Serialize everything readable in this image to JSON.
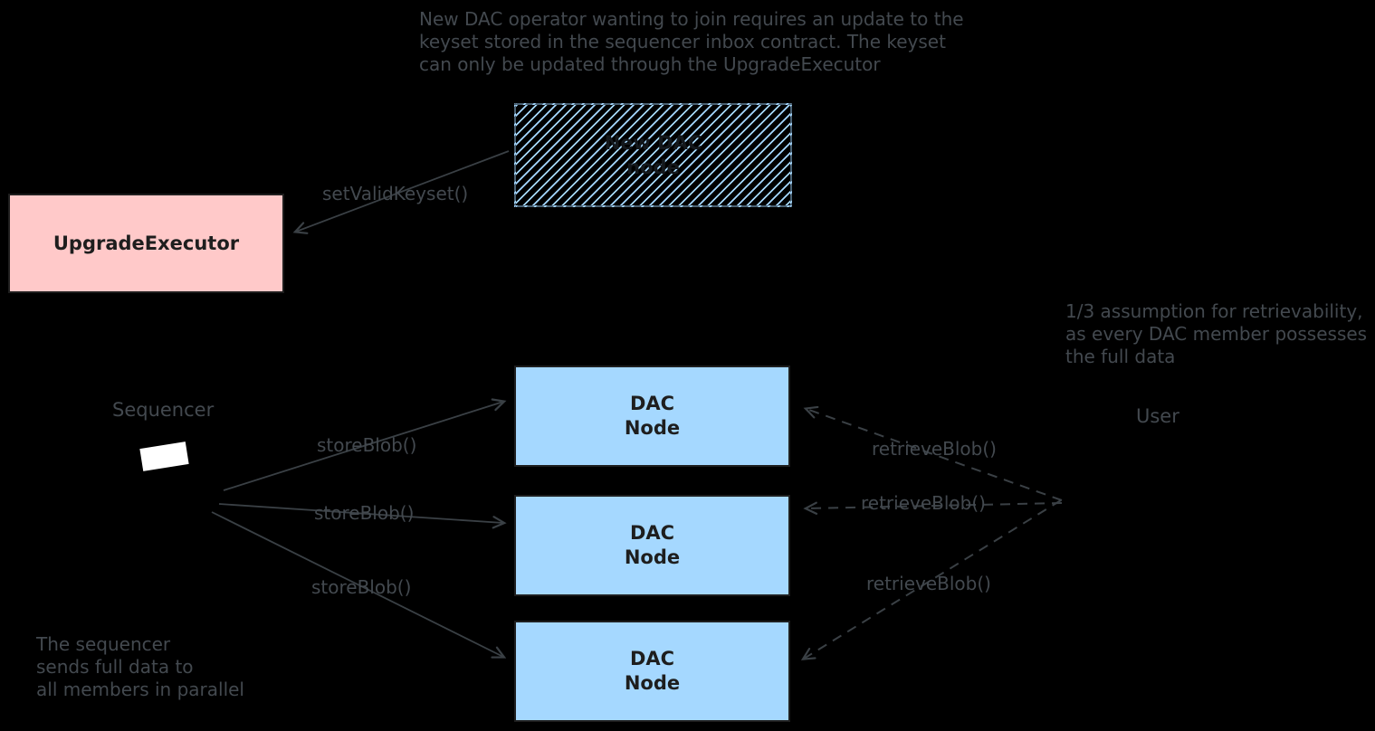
{
  "diagram": {
    "colors": {
      "background": "#000000",
      "upgrade_executor_fill": "#ffc9c9",
      "dac_node_fill": "#a5d8ff",
      "hatch_line": "#a5d8ff",
      "box_stroke": "#1e1e1e",
      "label_text": "#43494f",
      "arrow_stroke": "#3a4045",
      "sequencer_icon_fill": "#ffffff"
    },
    "notes": {
      "top": [
        "New DAC operator wanting to join requires an update to the",
        "keyset stored in the sequencer inbox contract. The keyset",
        "can only be updated through the UpgradeExecutor"
      ],
      "retrievability": [
        "1/3 assumption for retrievability,",
        "as every DAC member possesses",
        "the full data"
      ],
      "sequencer": [
        "The sequencer",
        "sends full data to",
        "all members in parallel"
      ]
    },
    "nodes": {
      "upgrade_executor": {
        "label": "UpgradeExecutor"
      },
      "new_dac_node": {
        "lines": [
          "New DAC",
          "node"
        ],
        "fill_style": "hachure"
      },
      "dac_nodes": [
        {
          "lines": [
            "DAC",
            "Node"
          ]
        },
        {
          "lines": [
            "DAC",
            "Node"
          ]
        },
        {
          "lines": [
            "DAC",
            "Node"
          ]
        }
      ],
      "sequencer": {
        "label": "Sequencer",
        "icon": "white-tilted-rectangle-icon"
      },
      "user": {
        "label": "User"
      }
    },
    "edges": {
      "set_valid_keyset": {
        "label": "setValidKeyset()",
        "style": "solid-arrow"
      },
      "store_blob": [
        {
          "label": "storeBlob()",
          "style": "solid-arrow"
        },
        {
          "label": "storeBlob()",
          "style": "solid-arrow"
        },
        {
          "label": "storeBlob()",
          "style": "solid-arrow"
        }
      ],
      "retrieve_blob": [
        {
          "label": "retrieveBlob()",
          "style": "dashed-arrow"
        },
        {
          "label": "retrieveBlob()",
          "style": "dashed-arrow"
        },
        {
          "label": "retrieveBlob()",
          "style": "dashed-arrow"
        }
      ]
    }
  }
}
